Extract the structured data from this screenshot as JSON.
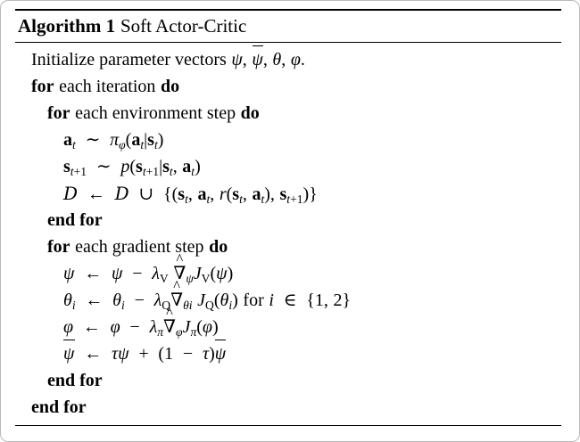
{
  "algorithm": {
    "label": "Algorithm 1",
    "name": "Soft Actor-Critic",
    "lines": [
      {
        "id": "initialize",
        "indent": 1,
        "text": "Initialize parameter vectors ψ, ψ̄, θ, φ."
      },
      {
        "id": "for-iteration",
        "indent": 1,
        "text": "for each iteration do"
      },
      {
        "id": "for-environment-step",
        "indent": 2,
        "text": "for each environment step do"
      },
      {
        "id": "sample-action",
        "indent": 3,
        "text": "a_t ∼ π_φ(a_t|s_t)"
      },
      {
        "id": "sample-next-state",
        "indent": 3,
        "text": "s_{t+1} ∼ p(s_{t+1}|s_t, a_t)"
      },
      {
        "id": "update-replay-buffer",
        "indent": 3,
        "text": "D ← D ∪ {(s_t, a_t, r(s_t, a_t), s_{t+1})}"
      },
      {
        "id": "end-for-environment-step",
        "indent": 2,
        "text": "end for"
      },
      {
        "id": "for-gradient-step",
        "indent": 2,
        "text": "for each gradient step do"
      },
      {
        "id": "update-value",
        "indent": 3,
        "text": "ψ ← ψ − λ_V ∇̂_ψ J_V(ψ)"
      },
      {
        "id": "update-q",
        "indent": 3,
        "text": "θ_i ← θ_i − λ_Q ∇̂_{θ_i} J_Q(θ_i) for i ∈ {1, 2}"
      },
      {
        "id": "update-policy",
        "indent": 3,
        "text": "φ ← φ − λ_π ∇̂_φ J_π(φ)"
      },
      {
        "id": "update-target-value",
        "indent": 3,
        "text": "ψ̄ ← τψ + (1 − τ)ψ̄"
      },
      {
        "id": "end-for-gradient-step",
        "indent": 2,
        "text": "end for"
      },
      {
        "id": "end-for-iteration",
        "indent": 1,
        "text": "end for"
      }
    ],
    "keywords": {
      "for": "for",
      "do": "do",
      "end_for": "end for",
      "initialize": "Initialize parameter vectors",
      "each_iteration": "each iteration",
      "each_environment_step": "each environment step",
      "each_gradient_step": "each gradient step",
      "for_roman": "for"
    },
    "symbols": {
      "psi": "ψ",
      "theta": "θ",
      "phi": "φ",
      "pi": "π",
      "tau": "τ",
      "lambda": "λ",
      "nabla": "∇",
      "hat": "^",
      "calD": "D",
      "sim": "∼",
      "larrow": "←",
      "cup": "∪",
      "in": "∈",
      "minus": "−",
      "plus": "+",
      "period": ".",
      "comma": ",",
      "mid": "|",
      "lparen": "(",
      "rparen": ")",
      "lbrace": "{",
      "rbrace": "}",
      "J": "J",
      "p": "p",
      "r": "r",
      "a": "a",
      "s": "s",
      "t": "t",
      "i": "i",
      "V": "V",
      "Q": "Q",
      "one": "1",
      "two": "2"
    }
  },
  "colors": {
    "ink": "#000000",
    "page": "#ffffff",
    "border": "#b9b9b9"
  }
}
